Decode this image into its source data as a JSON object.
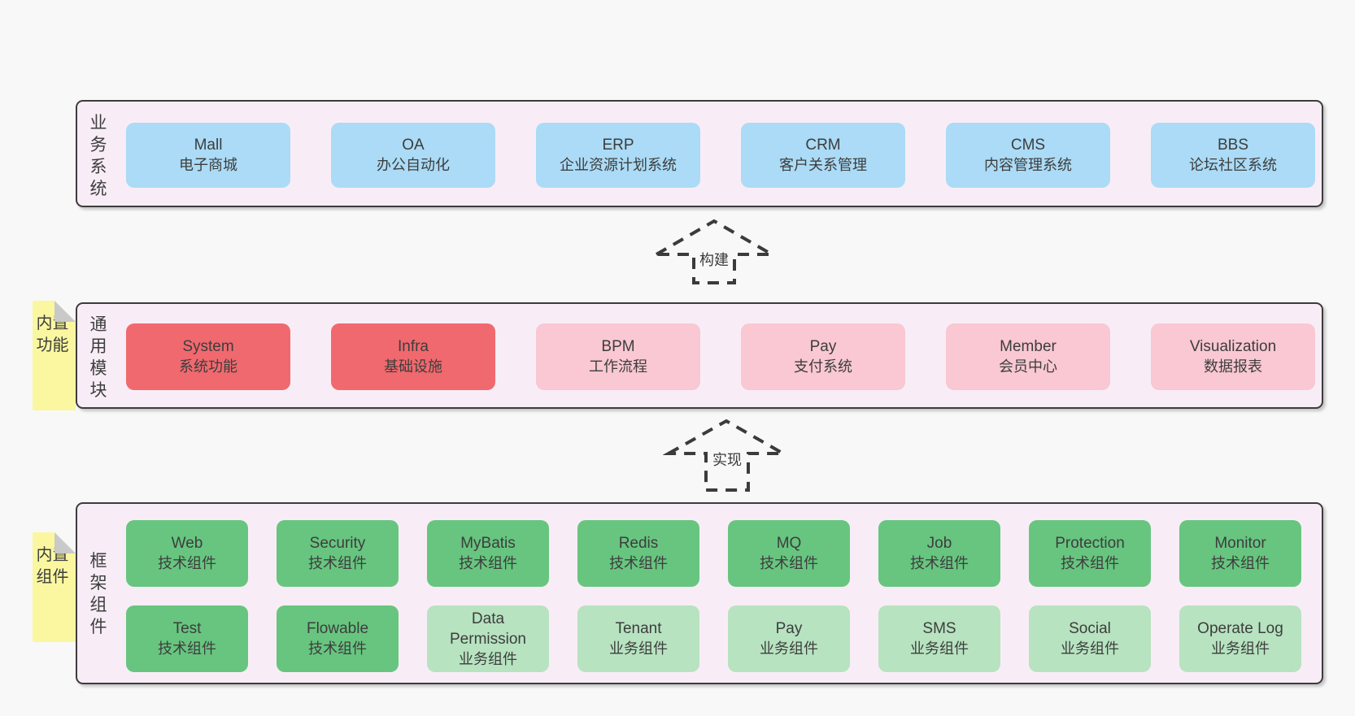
{
  "colors": {
    "page_bg": "#f8f8f8",
    "layer_bg": "#f8edf6",
    "layer_border": "#3c3c3c",
    "blue": "#abdbf6",
    "red": "#f0696e",
    "pink": "#f9c8d2",
    "green_dark": "#67c57f",
    "green_light": "#b7e3c0",
    "note_yellow": "#faf7a0",
    "note_fold": "#c9c9c9",
    "text": "#3d3d3d",
    "arrow": "#3b3b3b"
  },
  "layers": {
    "business": {
      "label": "业务系统",
      "boxes": [
        {
          "title": "Mall",
          "subtitle": "电子商城",
          "variant": "blue"
        },
        {
          "title": "OA",
          "subtitle": "办公自动化",
          "variant": "blue"
        },
        {
          "title": "ERP",
          "subtitle": "企业资源计划系统",
          "variant": "blue"
        },
        {
          "title": "CRM",
          "subtitle": "客户关系管理",
          "variant": "blue"
        },
        {
          "title": "CMS",
          "subtitle": "内容管理系统",
          "variant": "blue"
        },
        {
          "title": "BBS",
          "subtitle": "论坛社区系统",
          "variant": "blue"
        }
      ]
    },
    "modules": {
      "label": "通用模块",
      "note": "内置功能",
      "boxes": [
        {
          "title": "System",
          "subtitle": "系统功能",
          "variant": "red"
        },
        {
          "title": "Infra",
          "subtitle": "基础设施",
          "variant": "red"
        },
        {
          "title": "BPM",
          "subtitle": "工作流程",
          "variant": "pink"
        },
        {
          "title": "Pay",
          "subtitle": "支付系统",
          "variant": "pink"
        },
        {
          "title": "Member",
          "subtitle": "会员中心",
          "variant": "pink"
        },
        {
          "title": "Visualization",
          "subtitle": "数据报表",
          "variant": "pink"
        }
      ]
    },
    "framework": {
      "label": "框架组件",
      "note": "内置组件",
      "row1": [
        {
          "title": "Web",
          "subtitle": "技术组件",
          "variant": "green"
        },
        {
          "title": "Security",
          "subtitle": "技术组件",
          "variant": "green"
        },
        {
          "title": "MyBatis",
          "subtitle": "技术组件",
          "variant": "green"
        },
        {
          "title": "Redis",
          "subtitle": "技术组件",
          "variant": "green"
        },
        {
          "title": "MQ",
          "subtitle": "技术组件",
          "variant": "green"
        },
        {
          "title": "Job",
          "subtitle": "技术组件",
          "variant": "green"
        },
        {
          "title": "Protection",
          "subtitle": "技术组件",
          "variant": "green"
        },
        {
          "title": "Monitor",
          "subtitle": "技术组件",
          "variant": "green"
        }
      ],
      "row2": [
        {
          "title": "Test",
          "subtitle": "技术组件",
          "variant": "green"
        },
        {
          "title": "Flowable",
          "subtitle": "技术组件",
          "variant": "green"
        },
        {
          "title": "Data\nPermission",
          "subtitle": "业务组件",
          "variant": "green-light"
        },
        {
          "title": "Tenant",
          "subtitle": "业务组件",
          "variant": "green-light"
        },
        {
          "title": "Pay",
          "subtitle": "业务组件",
          "variant": "green-light"
        },
        {
          "title": "SMS",
          "subtitle": "业务组件",
          "variant": "green-light"
        },
        {
          "title": "Social",
          "subtitle": "业务组件",
          "variant": "green-light"
        },
        {
          "title": "Operate Log",
          "subtitle": "业务组件",
          "variant": "green-light"
        }
      ]
    }
  },
  "arrows": {
    "build": "构建",
    "implement": "实现"
  }
}
